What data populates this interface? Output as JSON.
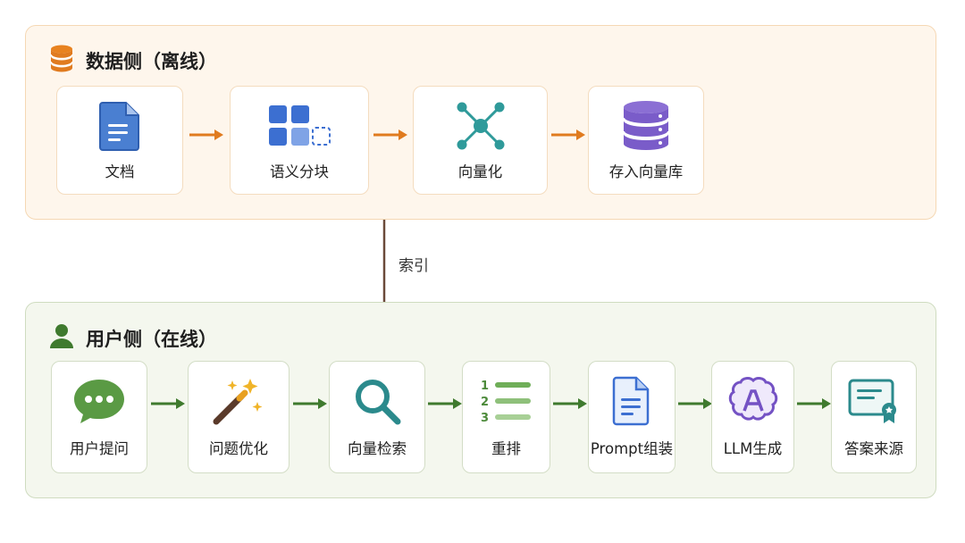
{
  "offline": {
    "title": "数据侧（离线）",
    "icon": "database-icon",
    "accent": "#e07b1f",
    "steps": [
      {
        "label": "文档",
        "icon": "document-icon"
      },
      {
        "label": "语义分块",
        "icon": "blocks-icon"
      },
      {
        "label": "向量化",
        "icon": "network-icon"
      },
      {
        "label": "存入向量库",
        "icon": "database-icon"
      }
    ]
  },
  "connector": {
    "label": "索引"
  },
  "online": {
    "title": "用户侧（在线）",
    "icon": "user-icon",
    "accent": "#3f7a2e",
    "steps": [
      {
        "label": "用户提问",
        "icon": "chat-bubble-icon"
      },
      {
        "label": "问题优化",
        "icon": "magic-wand-icon"
      },
      {
        "label": "向量检索",
        "icon": "search-icon"
      },
      {
        "label": "重排",
        "icon": "ranked-list-icon"
      },
      {
        "label": "Prompt组装",
        "icon": "document-icon"
      },
      {
        "label": "LLM生成",
        "icon": "ai-brain-icon"
      },
      {
        "label": "答案来源",
        "icon": "certificate-icon"
      }
    ]
  }
}
